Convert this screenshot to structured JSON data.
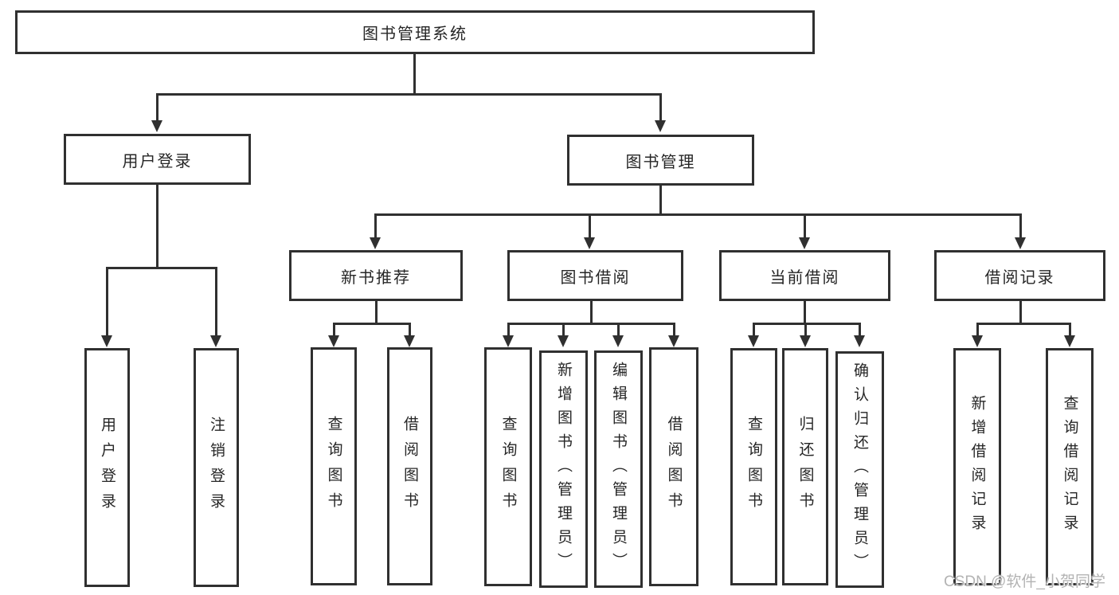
{
  "diagram": {
    "root": {
      "label": "图书管理系统"
    },
    "branches": [
      {
        "label": "用户登录",
        "children": [
          {
            "label": "用户登录"
          },
          {
            "label": "注销登录"
          }
        ]
      },
      {
        "label": "图书管理",
        "children": [
          {
            "label": "新书推荐",
            "children": [
              {
                "label": "查询图书"
              },
              {
                "label": "借阅图书"
              }
            ]
          },
          {
            "label": "图书借阅",
            "children": [
              {
                "label": "查询图书"
              },
              {
                "label": "新增图书（管理员）"
              },
              {
                "label": "编辑图书（管理员）"
              },
              {
                "label": "借阅图书"
              }
            ]
          },
          {
            "label": "当前借阅",
            "children": [
              {
                "label": "查询图书"
              },
              {
                "label": "归还图书"
              },
              {
                "label": "确认归还（管理员）"
              }
            ]
          },
          {
            "label": "借阅记录",
            "children": [
              {
                "label": "新增借阅记录"
              },
              {
                "label": "查询借阅记录"
              }
            ]
          }
        ]
      }
    ]
  },
  "watermark": {
    "text": "CSDN @软件_小贺同学"
  },
  "colors": {
    "line": "#303030",
    "box_border": "#303030",
    "box_background": "#ffffff",
    "text": "#262626",
    "watermark": "#b3b3b3",
    "canvas_background": "#ffffff"
  }
}
